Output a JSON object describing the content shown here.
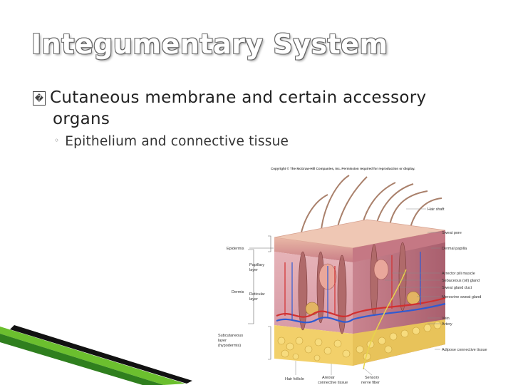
{
  "slide": {
    "title": "Integumentary System",
    "bullet_marker": "�",
    "bullet_1_line1": "Cutaneous membrane and certain accessory",
    "bullet_1_line2": "organs",
    "sub_marker": "◦",
    "bullet_2": "Epithelium and connective tissue"
  },
  "figure": {
    "copyright": "Copyright © The McGraw-Hill Companies, Inc. Permission required for reproduction or display.",
    "left_labels": {
      "epidermis": "Epidermis",
      "papillary": [
        "Papillary",
        "layer"
      ],
      "dermis": "Dermis",
      "reticular": [
        "Reticular",
        "layer"
      ],
      "subcutaneous": [
        "Subcutaneous",
        "layer",
        "(hypodermis)"
      ]
    },
    "right_labels": [
      "Hair shaft",
      "Sweat pore",
      "Dermal papilla",
      "Arrector pili muscle",
      "Sebaceous (oil) gland",
      "Sweat gland duct",
      "Merocrine sweat gland",
      "Vein",
      "Artery",
      "Adipose connective tissue"
    ],
    "bottom_labels": {
      "hair_follicle": "Hair follicle",
      "areolar": [
        "Areolar",
        "connective tissue"
      ],
      "sensory": [
        "Sensory",
        "nerve fiber"
      ]
    }
  }
}
